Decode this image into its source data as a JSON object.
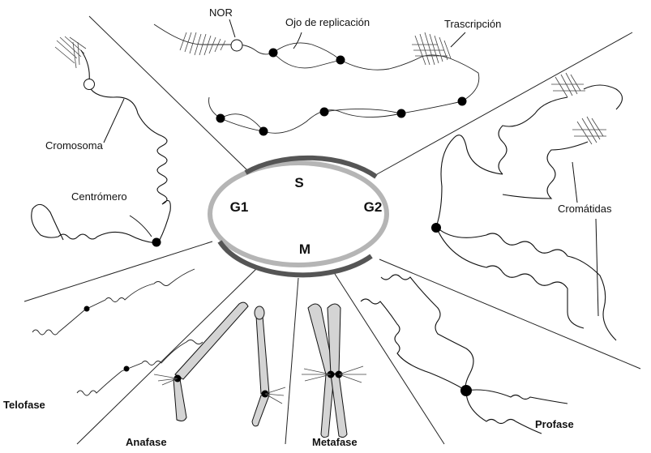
{
  "cycle": {
    "phases": [
      "S",
      "G1",
      "G2",
      "M"
    ]
  },
  "labels": {
    "nor": "NOR",
    "replication_eye": "Ojo de replicación",
    "transcription": "Trascripción",
    "chromosome": "Cromosoma",
    "centromere": "Centrómero",
    "chromatids": "Cromátidas"
  },
  "mitosis_phases": {
    "telophase": "Telofase",
    "anaphase": "Anafase",
    "metaphase": "Metafase",
    "prophase": "Profase"
  },
  "colors": {
    "cycle_ring": "#b5b5b5",
    "cycle_arc_dark": "#555555",
    "chromosome_fill": "#d4d4d4",
    "line": "#111111"
  }
}
